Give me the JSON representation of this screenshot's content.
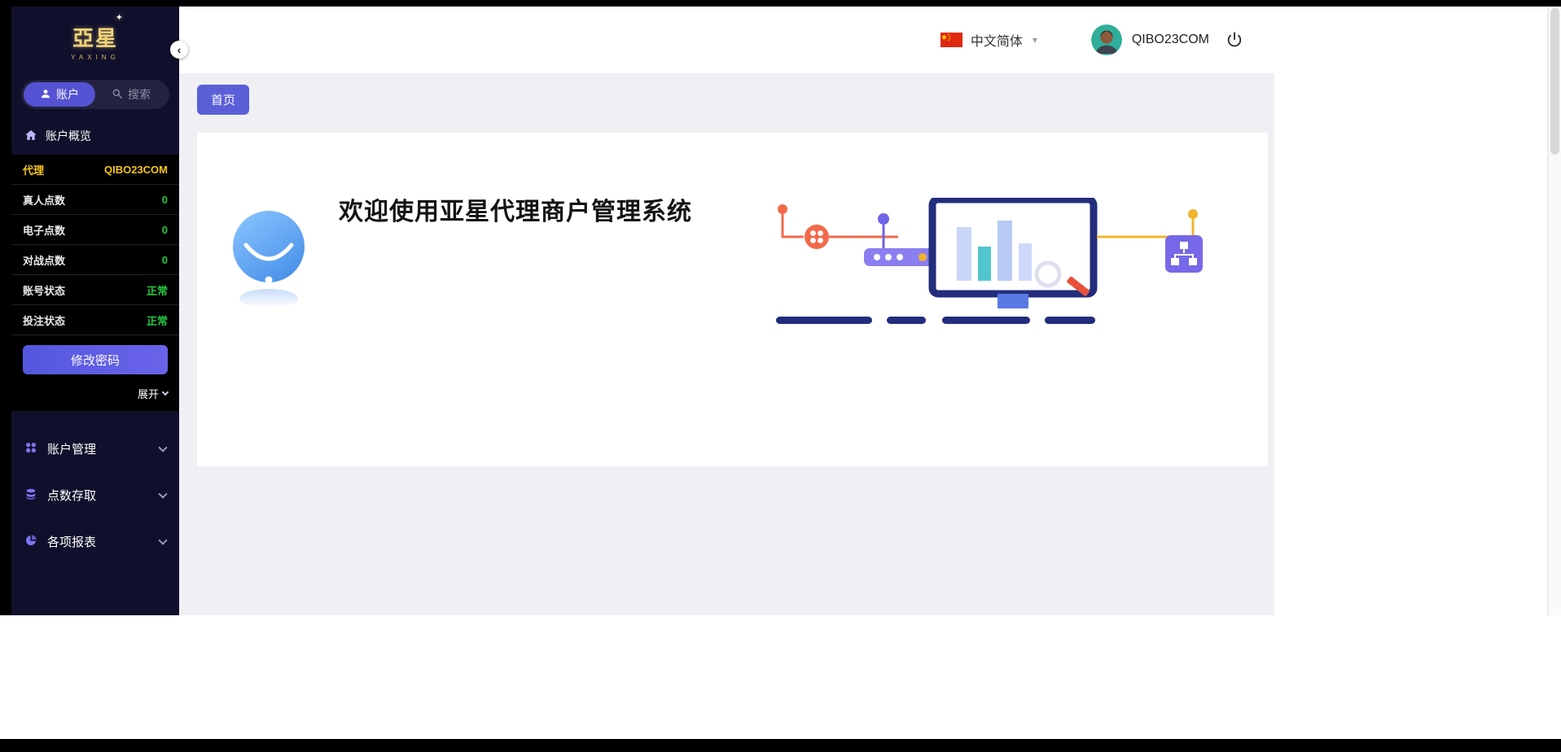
{
  "sidebar": {
    "logo": {
      "brand": "亞星",
      "subtitle": "YAXING"
    },
    "tabs": [
      {
        "label": "账户",
        "active": true
      },
      {
        "label": "搜索",
        "active": false
      }
    ],
    "overview": {
      "label": "账户概览"
    },
    "account_panel": {
      "rows": [
        {
          "label": "代理",
          "value": "QIBO23COM"
        },
        {
          "label": "真人点数",
          "value": "0"
        },
        {
          "label": "电子点数",
          "value": "0"
        },
        {
          "label": "对战点数",
          "value": "0"
        },
        {
          "label": "账号状态",
          "value": "正常"
        },
        {
          "label": "投注状态",
          "value": "正常"
        }
      ],
      "change_password_label": "修改密码",
      "expand_label": "展开"
    },
    "menu": [
      {
        "label": "账户管理"
      },
      {
        "label": "点数存取"
      },
      {
        "label": "各项报表"
      }
    ]
  },
  "topbar": {
    "language": "中文简体",
    "username": "QIBO23COM"
  },
  "content": {
    "home_tab": "首页",
    "welcome_title": "欢迎使用亚星代理商户管理系统"
  },
  "icons": {
    "collapse": "‹",
    "language_caret": "▾",
    "user_tab": "person",
    "search_tab": "magnifier",
    "overview": "home",
    "menu_account": "grid-dots",
    "menu_points": "coins",
    "menu_reports": "pie-chart",
    "logout": "power"
  },
  "colors": {
    "sidebar_bg": "#10102c",
    "panel_black": "#000000",
    "accent_purple": "#5552d4",
    "agent_yellow": "#f5c518",
    "value_green": "#22c93e",
    "content_gray": "#f0f0f4",
    "illustration_navy": "#232d7d",
    "illustration_orange": "#f2694b",
    "illustration_yellow": "#f0b42c"
  }
}
